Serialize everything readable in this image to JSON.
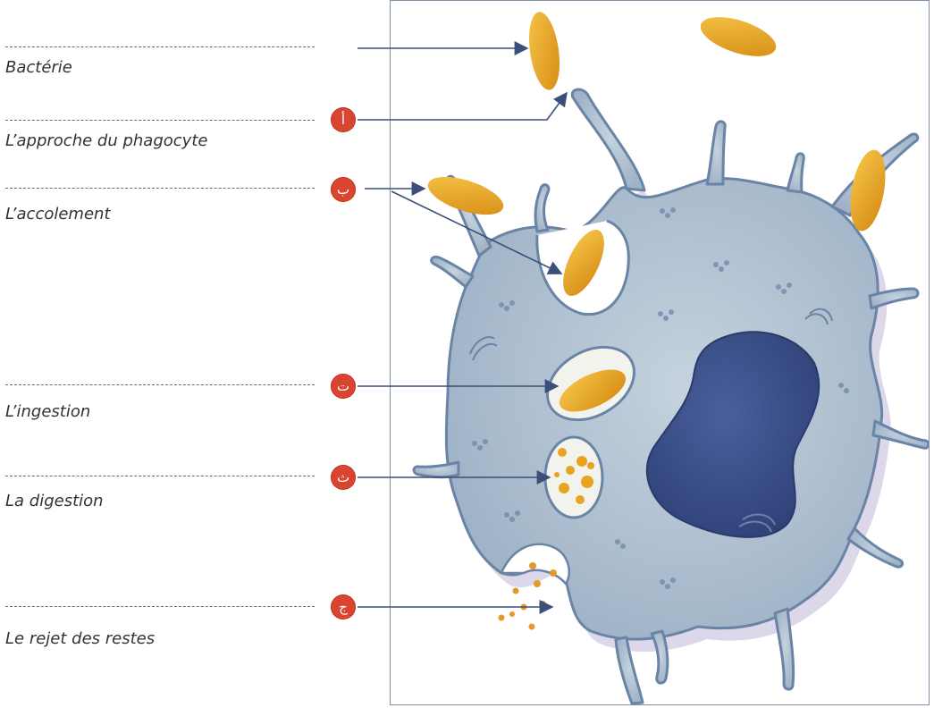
{
  "labels": {
    "bacterie": "Bactérie",
    "approche": "L’approche du phagocyte",
    "accolement": "L’accolement",
    "ingestion": "L’ingestion",
    "digestion": "La digestion",
    "rejet": "Le rejet des restes"
  },
  "markers": {
    "a": "أ",
    "b": "ب",
    "t": "ت",
    "th": "ث",
    "j": "ج"
  },
  "colors": {
    "marker": "#d9452f",
    "bacteria": "#e8a320",
    "cytoplasm": "#aebfd0",
    "nucleus": "#3b4f88",
    "arrow": "#3a4f7a"
  }
}
